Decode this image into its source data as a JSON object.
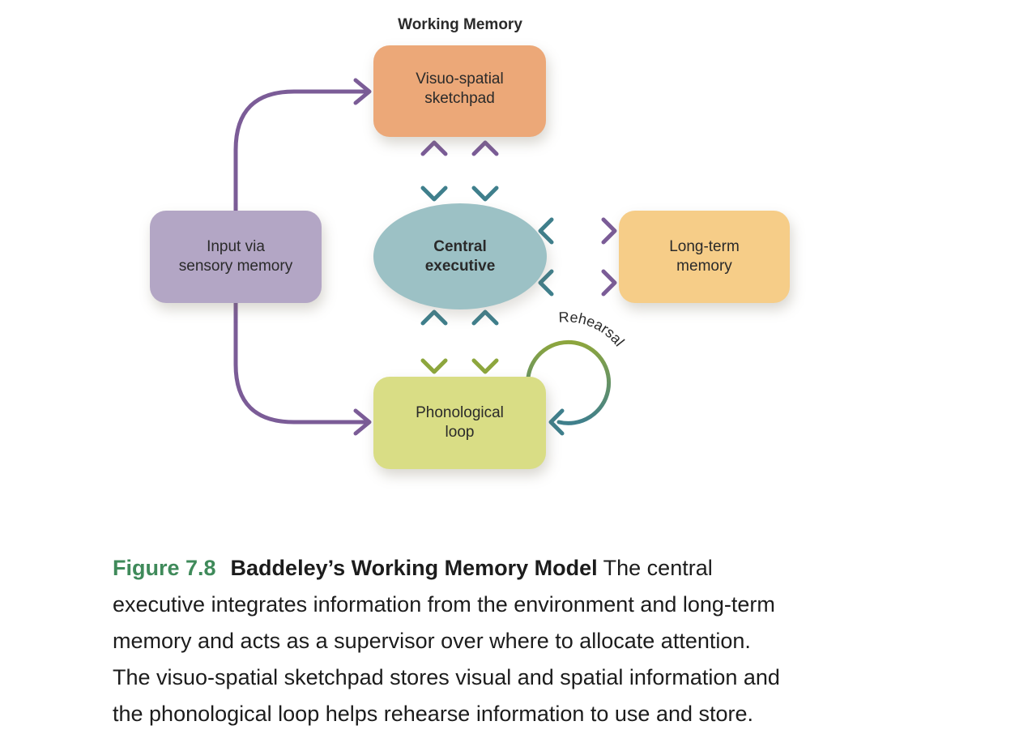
{
  "diagram": {
    "title": "Working Memory",
    "visuo_spatial": [
      "Visuo-spatial",
      "sketchpad"
    ],
    "input": [
      "Input via",
      "sensory memory"
    ],
    "central_executive": [
      "Central",
      "executive"
    ],
    "long_term": [
      "Long-term",
      "memory"
    ],
    "phonological": [
      "Phonological",
      "loop"
    ],
    "rehearsal_label": "Rehearsal"
  },
  "colors": {
    "visuo_spatial": "#eca878",
    "input": "#b3a6c5",
    "central_executive": "#9cc1c5",
    "long_term": "#f6cd88",
    "phonological": "#d9dd85",
    "arrow_purple": "#7b5c97",
    "arrow_teal": "#3f7f8c",
    "arrow_green": "#8da63d",
    "figure_number": "#3f8a5a"
  },
  "caption": {
    "figure_number": "Figure 7.8",
    "figure_title": "Baddeley’s Working Memory Model",
    "lines": [
      "The central",
      "executive integrates information from the environment and long-term",
      "memory and acts as a supervisor over where to allocate attention.",
      "The visuo-spatial sketchpad stores visual and spatial information and",
      "the phonological loop helps rehearse information to use and store."
    ]
  }
}
